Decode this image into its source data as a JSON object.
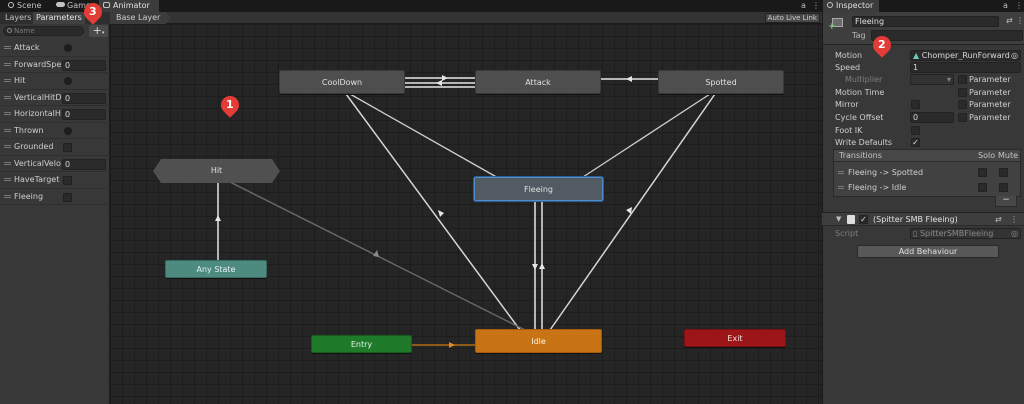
{
  "window_tabs": {
    "scene": "Scene",
    "game": "Game",
    "animator": "Animator",
    "inspector": "Inspector"
  },
  "param_tabs": {
    "layers": "Layers",
    "parameters": "Parameters"
  },
  "search": {
    "placeholder": "Name"
  },
  "add_button": "+",
  "parameters": [
    {
      "name": "Attack",
      "kind": "trigger"
    },
    {
      "name": "ForwardSpeed",
      "kind": "float",
      "value": "0"
    },
    {
      "name": "Hit",
      "kind": "trigger"
    },
    {
      "name": "VerticalHitDot",
      "kind": "float",
      "value": "0"
    },
    {
      "name": "HorizontalHitDot",
      "kind": "float",
      "value": "0"
    },
    {
      "name": "Thrown",
      "kind": "trigger"
    },
    {
      "name": "Grounded",
      "kind": "bool"
    },
    {
      "name": "VerticalVelocity",
      "kind": "float",
      "value": "0"
    },
    {
      "name": "HaveTarget",
      "kind": "bool"
    },
    {
      "name": "Fleeing",
      "kind": "bool"
    }
  ],
  "animator": {
    "breadcrumb": "Base Layer",
    "auto_live_link": "Auto Live Link",
    "states": {
      "cooldown": "CoolDown",
      "attack": "Attack",
      "spotted": "Spotted",
      "hit": "Hit",
      "fleeing": "Fleeing",
      "any_state": "Any State",
      "entry": "Entry",
      "idle": "Idle",
      "exit": "Exit"
    }
  },
  "markers": {
    "m1": "1",
    "m2": "2",
    "m3": "3"
  },
  "inspector": {
    "name": "Fleeing",
    "tag_label": "Tag",
    "motion_label": "Motion",
    "motion_value": "Chomper_RunForward",
    "speed_label": "Speed",
    "speed_value": "1",
    "multiplier_label": "Multiplier",
    "parameter_label": "Parameter",
    "motion_time_label": "Motion Time",
    "mirror_label": "Mirror",
    "cycle_offset_label": "Cycle Offset",
    "cycle_offset_value": "0",
    "foot_ik_label": "Foot IK",
    "write_defaults_label": "Write Defaults",
    "write_defaults_checked": "✓",
    "transitions_label": "Transitions",
    "solo_label": "Solo",
    "mute_label": "Mute",
    "transitions": [
      "Fleeing -> Spotted",
      "Fleeing -> Idle"
    ],
    "minus_label": "−",
    "smb_title": "(Spitter SMB Fleeing)",
    "smb_checked": "✓",
    "script_label": "Script",
    "script_value": "SpitterSMBFleeing",
    "add_behaviour": "Add Behaviour"
  },
  "colors": {
    "accent_marker": "#e33b36",
    "idle": "#c87314",
    "entry": "#1f7a2a",
    "exit": "#9c1518",
    "any_state": "#4d8a7f",
    "selection": "#4f8bc9"
  },
  "icons": [
    "search-icon",
    "plus-icon",
    "lock-icon",
    "menu-icon",
    "state-icon",
    "clip-icon",
    "target-icon",
    "settings-icon",
    "script-icon"
  ]
}
